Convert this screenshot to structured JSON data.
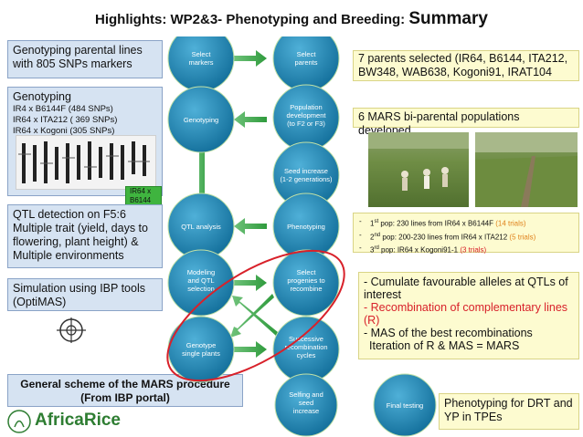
{
  "title": {
    "main": "Highlights: WP2&3- Phenotyping and Breeding: ",
    "emph": "Summary"
  },
  "left": {
    "box1": "Genotyping parental lines with 805 SNPs markers",
    "box2": {
      "heading": "Genotyping",
      "lines": [
        "IR4 x B6144F (484 SNPs)",
        "IR64 x ITA212 ( 369 SNPs)",
        "IR64 x Kogoni (305 SNPs)"
      ],
      "tag": "IR64 x B6144"
    },
    "box3": "QTL detection on F5:6 Multiple trait (yield, days to flowering, plant height) & Multiple environments",
    "box4": "Simulation using IBP tools (OptiMAS)",
    "caption": "General scheme of the MARS procedure (From IBP portal)"
  },
  "right": {
    "box1": "7 parents selected (IR64, B6144, ITA212, BW348, WAB638, Kogoni91, IRAT104",
    "box2": "6 MARS bi-parental populations developed",
    "pops": [
      {
        "ord": "1",
        "sup": "st",
        "text": " pop: 230 lines from IR64 x B6144F ",
        "trial": "(14 trials)"
      },
      {
        "ord": "2",
        "sup": "nd",
        "text": " pop: 200-230 lines from IR64 x ITA212 ",
        "trial": "(5 trials)"
      },
      {
        "ord": "3",
        "sup": "rd",
        "text": " pop: IR64 x Kogoni91-1 ",
        "trial": "(3 trials)"
      }
    ],
    "box4": {
      "l1": "- Cumulate favourable alleles at QTLs of interest",
      "l2": "- Recombination of complementary lines (R)",
      "l3": "- MAS of the best recombinations",
      "l4": "Iteration of R & MAS = MARS"
    },
    "box5": "Phenotyping for DRT and YP in TPEs"
  },
  "flow": {
    "select_markers": [
      "Select",
      "markers"
    ],
    "select_parents": [
      "Select",
      "parents"
    ],
    "genotyping": [
      "Genotyping"
    ],
    "pop_dev": [
      "Population",
      "development",
      "(to F2 or F3)"
    ],
    "seed_increase": [
      "Seed increase",
      "(1-2 generations)"
    ],
    "qtl": [
      "QTL analysis"
    ],
    "phenotyping": [
      "Phenotyping"
    ],
    "modeling": [
      "Modeling",
      "and QTL",
      "selection"
    ],
    "select_prog": [
      "Select",
      "progenies to",
      "recombine"
    ],
    "genotype_sp": [
      "Genotype",
      "single plants"
    ],
    "successive": [
      "Successive",
      "recombination",
      "cycles"
    ],
    "selfing": [
      "Selfing and",
      "seed",
      "increase"
    ],
    "final": [
      "Final testing"
    ]
  },
  "logo": {
    "name": "AfricaRice"
  }
}
